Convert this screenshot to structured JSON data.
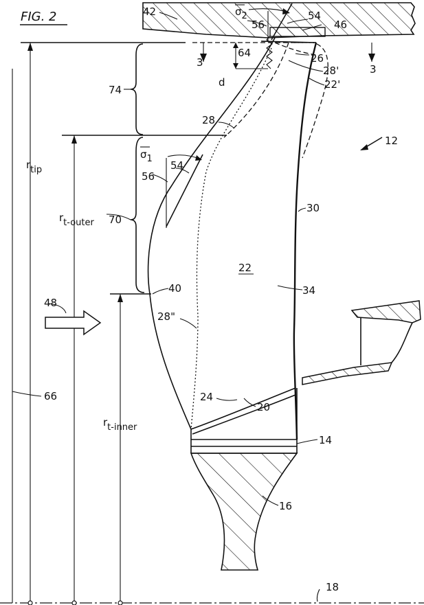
{
  "figure": {
    "title": "FIG. 2"
  },
  "symbols": {
    "r": "r",
    "sigma": "σ",
    "tip_sub": "tip",
    "outer_sub": "t-outer",
    "inner_sub": "t-inner",
    "sigma1_sub": "1",
    "sigma2_sub": "2"
  },
  "labels": {
    "l12": "12",
    "l14": "14",
    "l16": "16",
    "l18": "18",
    "l20": "20",
    "l22": "22",
    "l22p": "22'",
    "l24": "24",
    "l26": "26",
    "l28": "28",
    "l28p": "28'",
    "l28pp": "28\"",
    "l30": "30",
    "l34": "34",
    "l40": "40",
    "l42": "42",
    "l46": "46",
    "l48": "48",
    "l54a": "54",
    "l54b": "54",
    "l56a": "56",
    "l56b": "56",
    "l64": "64",
    "l66": "66",
    "l70": "70",
    "l74": "74",
    "ld": "d",
    "l3a": "3",
    "l3b": "3"
  }
}
